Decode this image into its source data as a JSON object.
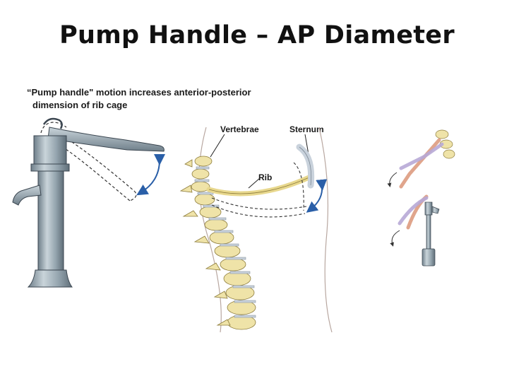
{
  "slide": {
    "title": "Pump Handle – AP Diameter"
  },
  "figure": {
    "caption_line1": "“Pump handle\" motion increases anterior-posterior",
    "caption_line2": "dimension of rib cage",
    "labels": {
      "vertebrae": "Vertebrae",
      "sternum": "Sternum",
      "rib": "Rib"
    }
  },
  "colors": {
    "pump_metal": "#9aaab4",
    "bone": "#efe3a8",
    "disc": "#c9d2dc",
    "arrow": "#2a5fa8",
    "rib_mini": "#e0a58c"
  }
}
